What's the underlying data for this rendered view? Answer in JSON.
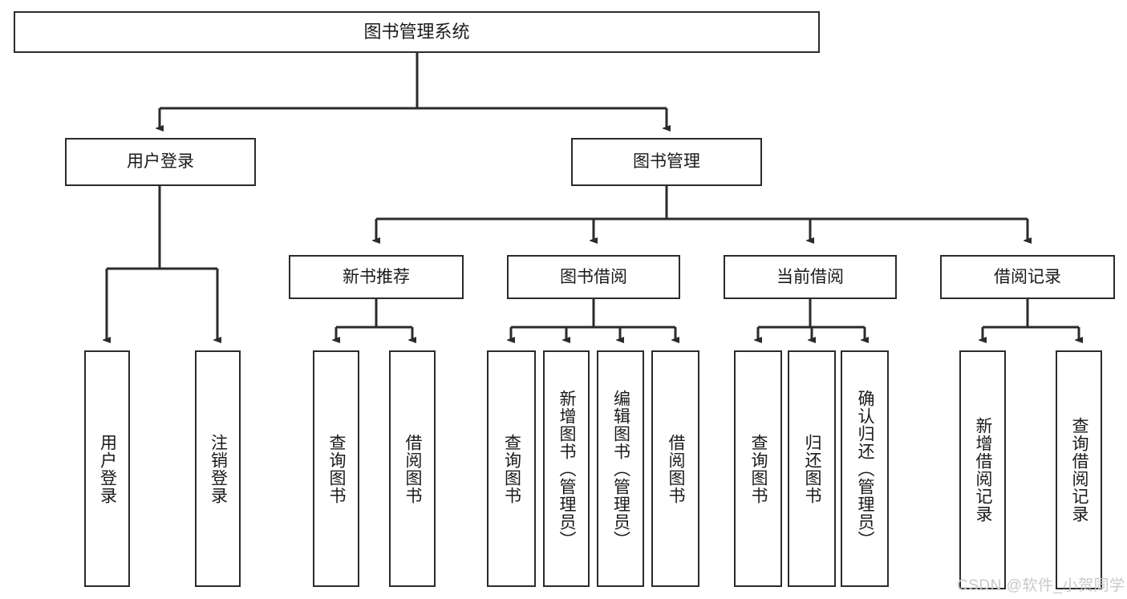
{
  "diagram": {
    "title": "图书管理系统",
    "type": "tree-hierarchy",
    "background_color": "#ffffff",
    "line_color": "#2b2b2b",
    "text_color": "#1a1a1a"
  },
  "nodes": {
    "root": {
      "label": "图书管理系统"
    },
    "level1": [
      {
        "label": "用户登录"
      },
      {
        "label": "图书管理"
      }
    ],
    "level2": [
      {
        "label": "新书推荐"
      },
      {
        "label": "图书借阅"
      },
      {
        "label": "当前借阅"
      },
      {
        "label": "借阅记录"
      }
    ],
    "leaves": {
      "user_login": [
        {
          "label": "用户登录"
        },
        {
          "label": "注销登录"
        }
      ],
      "new_book_recommend": [
        {
          "label": "查询图书"
        },
        {
          "label": "借阅图书"
        }
      ],
      "book_borrow": [
        {
          "label": "查询图书"
        },
        {
          "label": "新增图书（管理员）"
        },
        {
          "label": "编辑图书（管理员）"
        },
        {
          "label": "借阅图书"
        }
      ],
      "current_borrow": [
        {
          "label": "查询图书"
        },
        {
          "label": "归还图书"
        },
        {
          "label": "确认归还（管理员）"
        }
      ],
      "borrow_record": [
        {
          "label": "新增借阅记录"
        },
        {
          "label": "查询借阅记录"
        }
      ]
    }
  },
  "watermark": {
    "text": "CSDN @软件_小贺同学"
  }
}
